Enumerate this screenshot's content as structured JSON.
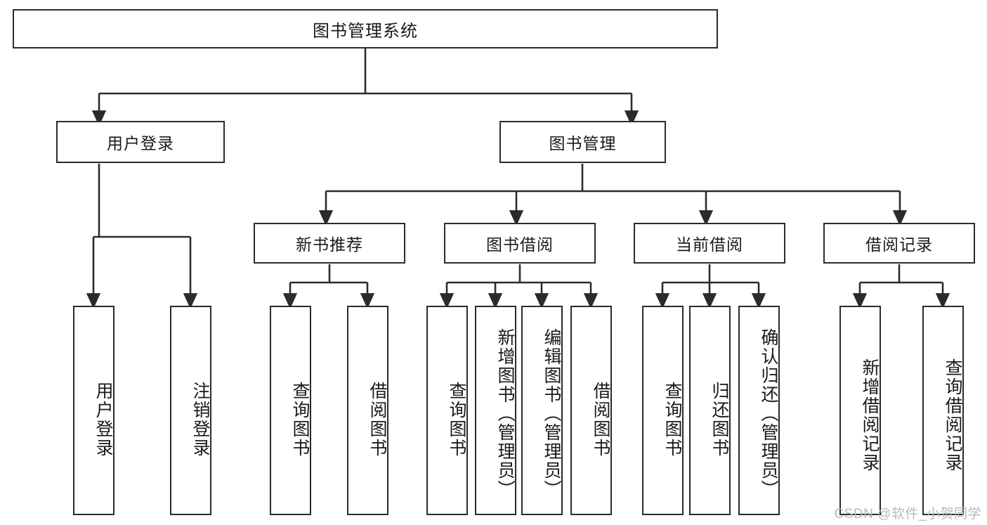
{
  "diagram": {
    "title": "图书管理系统",
    "type": "hierarchy-tree",
    "watermark": "CSDN @软件_小贺同学",
    "colors": {
      "stroke": "#2b2b2b",
      "fill": "#ffffff",
      "text": "#1a1a1a",
      "watermark": "#b9b9b9"
    },
    "nodes": {
      "root": {
        "label": "图书管理系统"
      },
      "level2": [
        {
          "id": "user-login",
          "label": "用户登录"
        },
        {
          "id": "book-manage",
          "label": "图书管理"
        }
      ],
      "level3": [
        {
          "id": "new-book-recommend",
          "label": "新书推荐"
        },
        {
          "id": "book-borrow",
          "label": "图书借阅"
        },
        {
          "id": "current-borrow",
          "label": "当前借阅"
        },
        {
          "id": "borrow-record",
          "label": "借阅记录"
        }
      ],
      "leaves": [
        {
          "id": "leaf-user-login",
          "label": "用户登录",
          "parent": "user-login"
        },
        {
          "id": "leaf-logout",
          "label": "注销登录",
          "parent": "user-login"
        },
        {
          "id": "leaf-query-book-1",
          "label": "查询图书",
          "parent": "new-book-recommend"
        },
        {
          "id": "leaf-borrow-book-1",
          "label": "借阅图书",
          "parent": "new-book-recommend"
        },
        {
          "id": "leaf-query-book-2",
          "label": "查询图书",
          "parent": "book-borrow"
        },
        {
          "id": "leaf-add-book",
          "label": "新增图书（管理员）",
          "parent": "book-borrow"
        },
        {
          "id": "leaf-edit-book",
          "label": "编辑图书（管理员）",
          "parent": "book-borrow"
        },
        {
          "id": "leaf-borrow-book-2",
          "label": "借阅图书",
          "parent": "book-borrow"
        },
        {
          "id": "leaf-query-book-3",
          "label": "查询图书",
          "parent": "current-borrow"
        },
        {
          "id": "leaf-return-book",
          "label": "归还图书",
          "parent": "current-borrow"
        },
        {
          "id": "leaf-confirm-return",
          "label": "确认归还（管理员）",
          "parent": "current-borrow"
        },
        {
          "id": "leaf-add-record",
          "label": "新增借阅记录",
          "parent": "borrow-record"
        },
        {
          "id": "leaf-query-record",
          "label": "查询借阅记录",
          "parent": "borrow-record"
        }
      ]
    }
  }
}
